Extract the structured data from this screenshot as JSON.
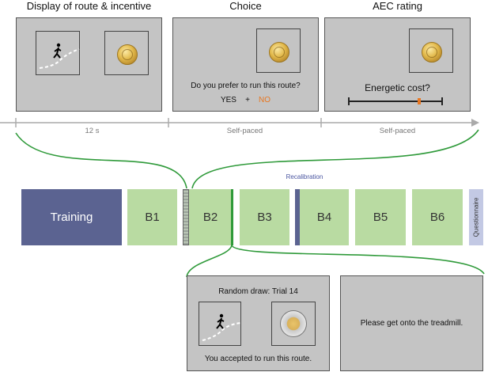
{
  "stages": [
    {
      "title": "Display of route & incentive",
      "timing": "12 s"
    },
    {
      "title": "Choice",
      "timing": "Self-paced",
      "question": "Do you prefer to run this route?",
      "yes": "YES",
      "plus": "+",
      "no": "NO"
    },
    {
      "title": "AEC rating",
      "timing": "Self-paced",
      "question": "Energetic cost?"
    }
  ],
  "blocks": {
    "training": "Training",
    "b1": "B1",
    "b2": "B2",
    "b3": "B3",
    "b4": "B4",
    "b5": "B5",
    "b6": "B6",
    "questionnaire": "Questionnaire",
    "recalibration": "Recalibration"
  },
  "bottom": {
    "random_draw": "Random draw: Trial 14",
    "accepted": "You accepted to run this route.",
    "treadmill": "Please get onto the treadmill."
  },
  "colors": {
    "screen": "#c4c4c4",
    "block_green": "#b9dba2",
    "training_navy": "#5b6391",
    "questionnaire": "#c3c9e4",
    "connector_green": "#2f9a3a",
    "no_orange": "#e87722"
  }
}
